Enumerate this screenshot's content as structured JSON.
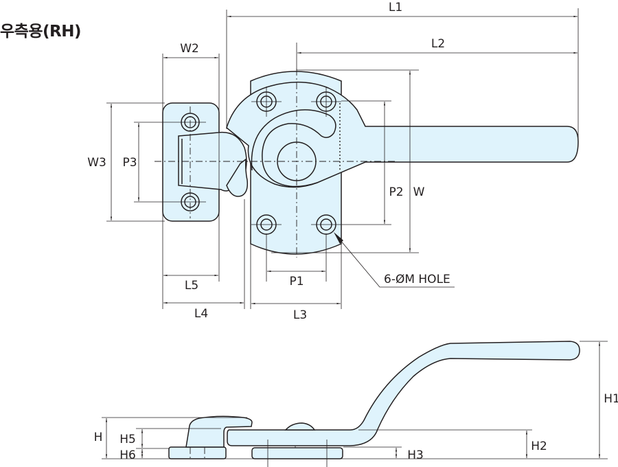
{
  "title": "우측용(RH)",
  "colors": {
    "part_fill": "#dff3fc",
    "line": "#231f20"
  },
  "top_view": {
    "dimensions": {
      "L1": "L1",
      "L2": "L2",
      "L3": "L3",
      "L4": "L4",
      "L5": "L5",
      "W": "W",
      "W2": "W2",
      "W3": "W3",
      "P1": "P1",
      "P2": "P2",
      "P3": "P3"
    },
    "hole_callout": "6-ØM HOLE"
  },
  "side_view": {
    "dimensions": {
      "H": "H",
      "H1": "H1",
      "H2": "H2",
      "H3": "H3",
      "H5": "H5",
      "H6": "H6"
    }
  }
}
